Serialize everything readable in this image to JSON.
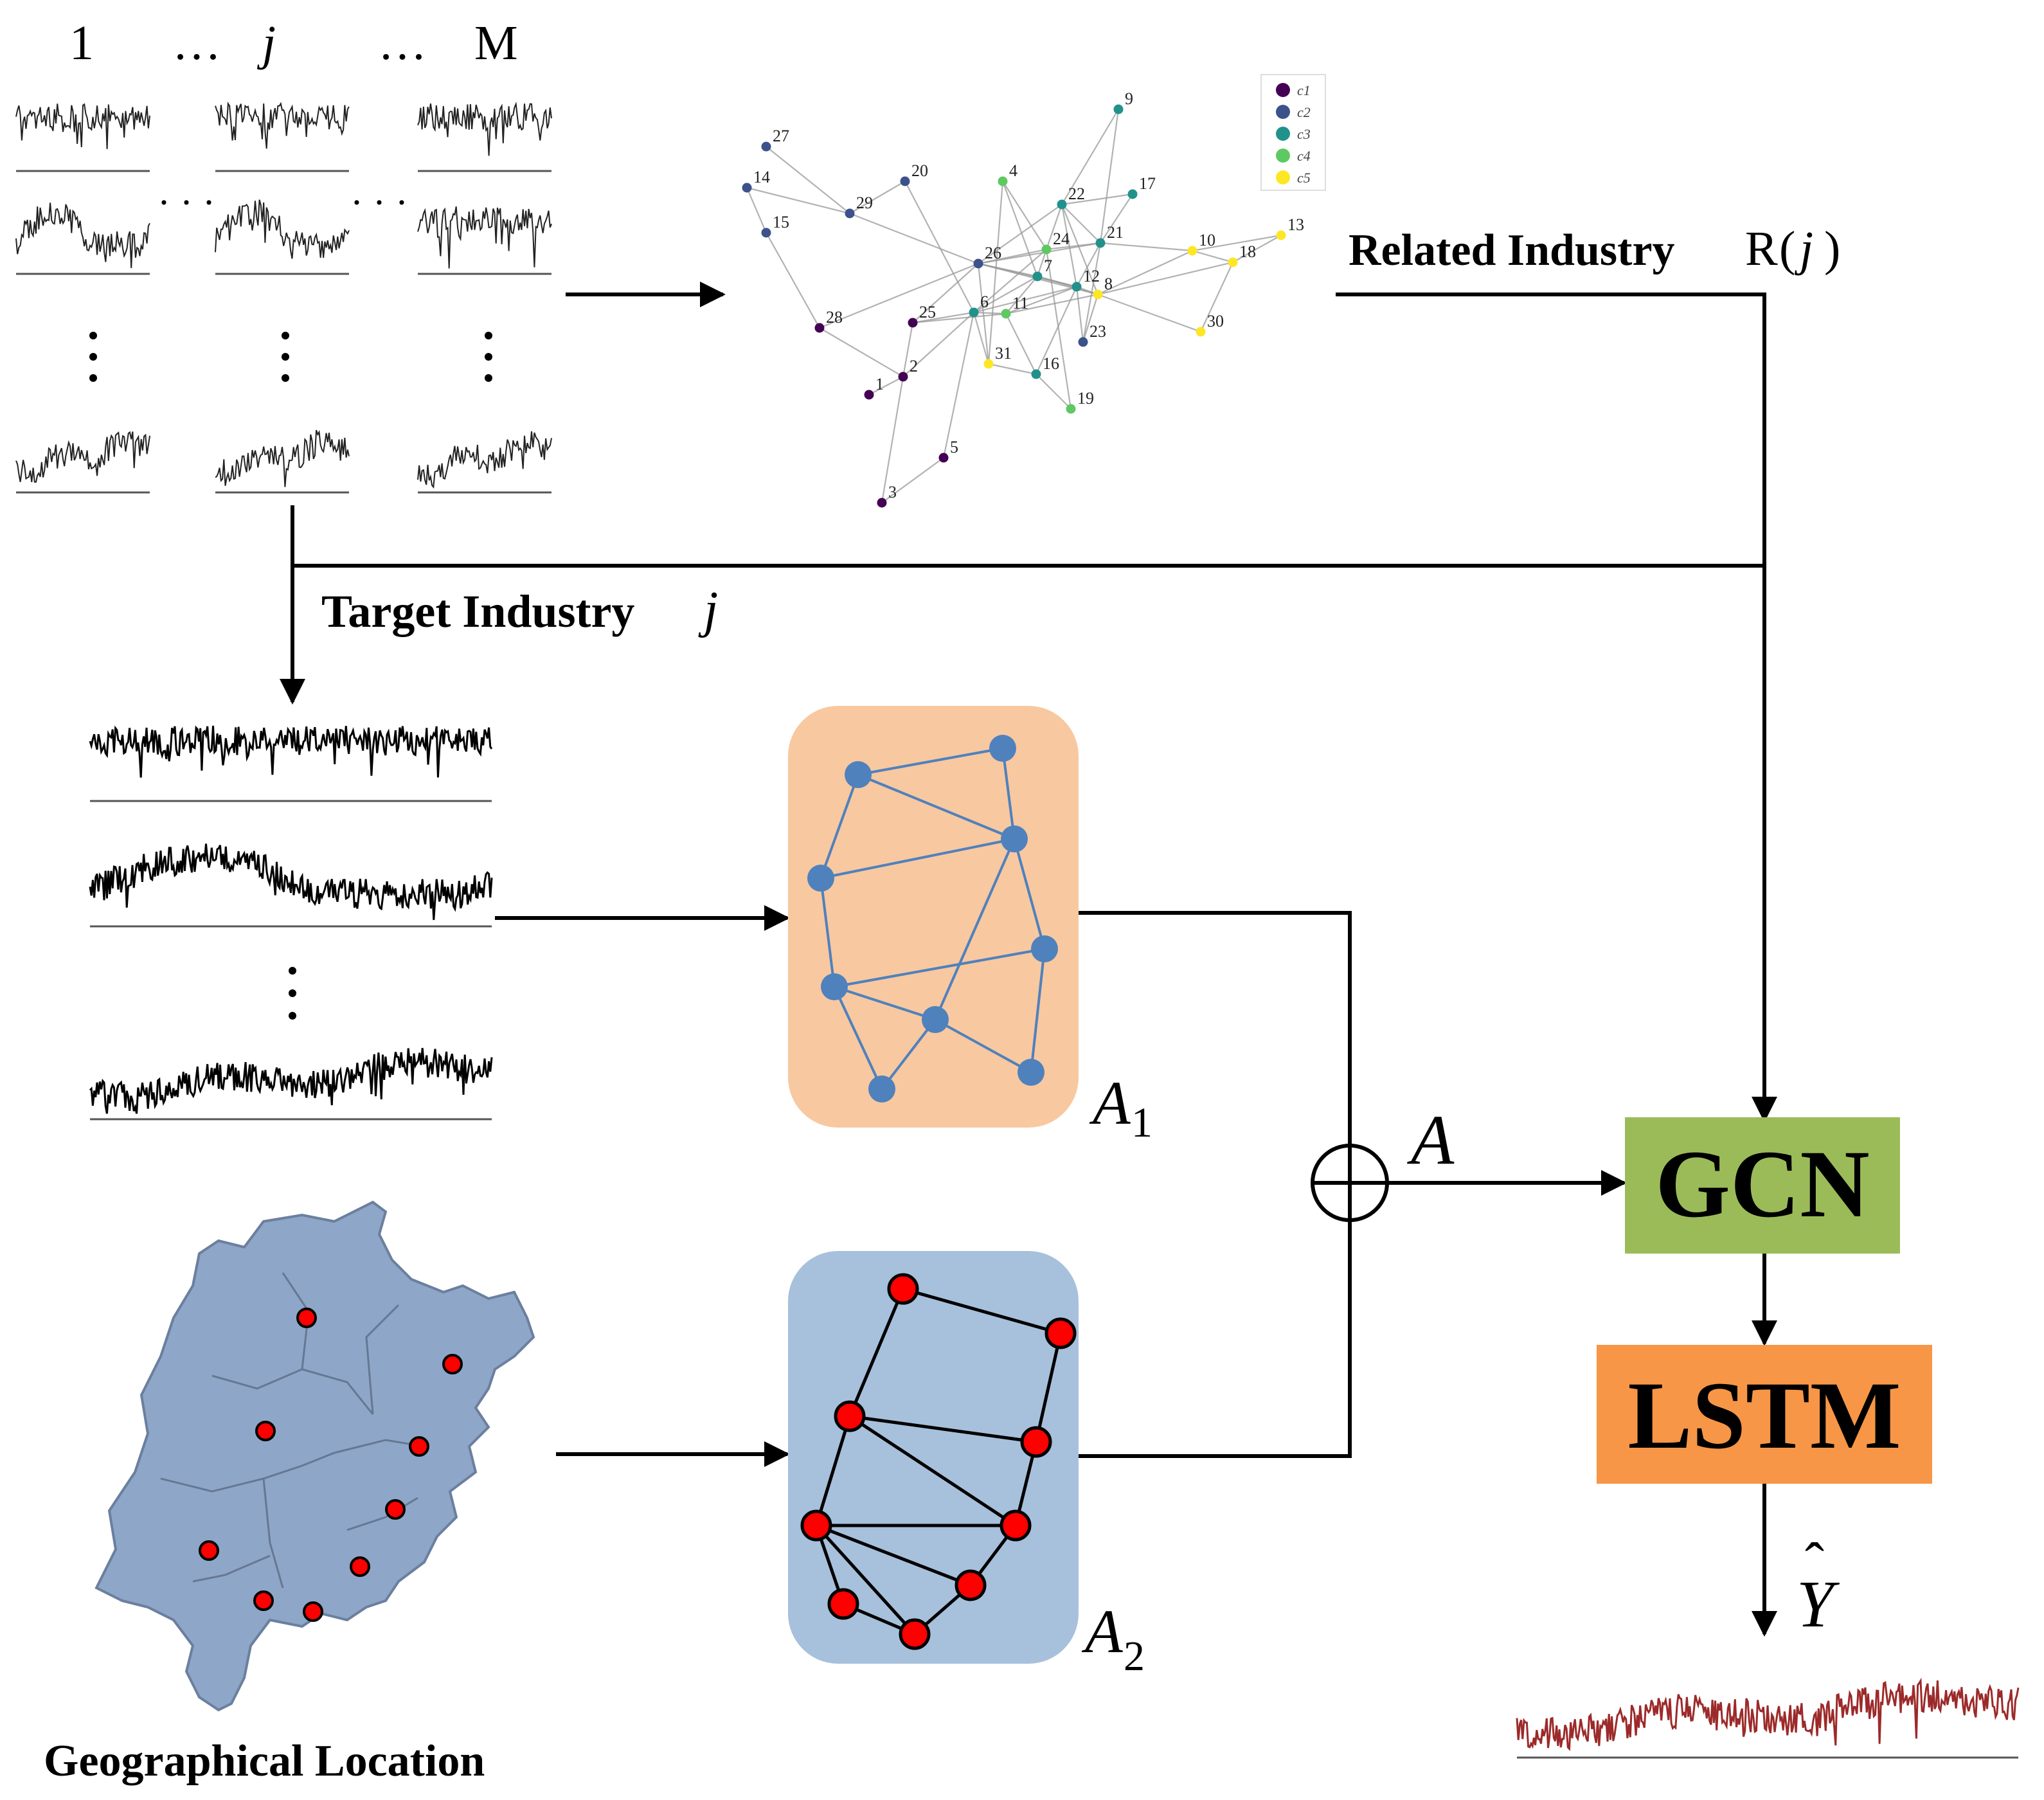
{
  "top_header": {
    "first": "1",
    "dots1": "…",
    "mid": "j",
    "dots2": "…",
    "last": "M"
  },
  "series_grid": {
    "ellipsis_h": "· · ·",
    "ellipsis_v": "⋮"
  },
  "labels": {
    "related": "Related Industry",
    "related_fn": "R",
    "related_arg": "j",
    "target": "Target Industry",
    "target_var": "j",
    "geo": "Geographical Location",
    "adj1": "A",
    "adj1_sub": "1",
    "adj2": "A",
    "adj2_sub": "2",
    "sum": "A",
    "output": "Y",
    "output_hat": "ˆ"
  },
  "blocks": {
    "gcn": "GCN",
    "lstm": "LSTM"
  },
  "colors": {
    "gcn": "#9bbb59",
    "lstm": "#f79646",
    "a1_panel": "#f8c8a0",
    "a1_node": "#4f81bd",
    "a2_panel": "#a7c0dc",
    "a2_node": "#ff0000",
    "map": "#8ea6c8",
    "output_line": "#9c2a2a"
  },
  "network": {
    "legend": [
      "c1",
      "c2",
      "c3",
      "c4",
      "c5"
    ],
    "legend_colors": [
      "#440154",
      "#3b528b",
      "#21918c",
      "#5ec962",
      "#fde725"
    ],
    "nodes": [
      {
        "id": "1",
        "c": 0
      },
      {
        "id": "2",
        "c": 0
      },
      {
        "id": "3",
        "c": 0
      },
      {
        "id": "4",
        "c": 3
      },
      {
        "id": "5",
        "c": 0
      },
      {
        "id": "6",
        "c": 2
      },
      {
        "id": "7",
        "c": 2
      },
      {
        "id": "8",
        "c": 4
      },
      {
        "id": "9",
        "c": 2
      },
      {
        "id": "10",
        "c": 4
      },
      {
        "id": "11",
        "c": 3
      },
      {
        "id": "12",
        "c": 2
      },
      {
        "id": "13",
        "c": 4
      },
      {
        "id": "14",
        "c": 1
      },
      {
        "id": "15",
        "c": 1
      },
      {
        "id": "16",
        "c": 2
      },
      {
        "id": "17",
        "c": 2
      },
      {
        "id": "18",
        "c": 4
      },
      {
        "id": "19",
        "c": 3
      },
      {
        "id": "20",
        "c": 1
      },
      {
        "id": "21",
        "c": 2
      },
      {
        "id": "22",
        "c": 2
      },
      {
        "id": "23",
        "c": 1
      },
      {
        "id": "24",
        "c": 3
      },
      {
        "id": "25",
        "c": 0
      },
      {
        "id": "26",
        "c": 1
      },
      {
        "id": "27",
        "c": 1
      },
      {
        "id": "28",
        "c": 0
      },
      {
        "id": "29",
        "c": 1
      },
      {
        "id": "30",
        "c": 4
      },
      {
        "id": "31",
        "c": 4
      }
    ]
  }
}
